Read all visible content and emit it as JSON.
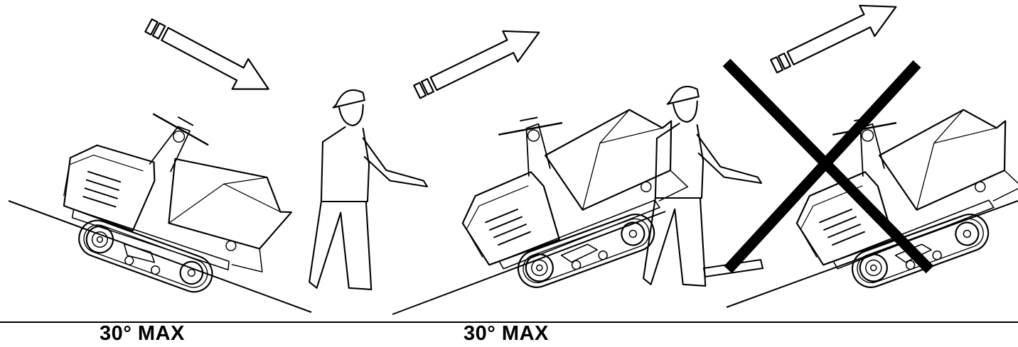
{
  "captions": {
    "left": "30° MAX",
    "middle": "30° MAX"
  },
  "panels": [
    {
      "id": "downhill",
      "status": "allowed",
      "arrow_icon": "direction-arrow-icon"
    },
    {
      "id": "uphill-operator-behind",
      "status": "allowed",
      "arrow_icon": "direction-arrow-icon"
    },
    {
      "id": "uphill-prohibited",
      "status": "prohibited",
      "mark_icon": "prohibited-cross-icon"
    }
  ],
  "colors": {
    "line": "#000000",
    "cross": "#000000",
    "background": "#ffffff"
  }
}
